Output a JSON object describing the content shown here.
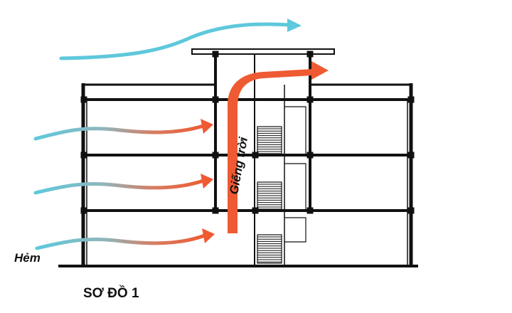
{
  "labels": {
    "alley": "Hẻm",
    "light_shaft": "Giếng trời",
    "caption": "SƠ ĐỒ 1"
  },
  "colors": {
    "wind": "#5ec8dc",
    "hot_air": "#ef5a32",
    "structure": "#111111"
  }
}
